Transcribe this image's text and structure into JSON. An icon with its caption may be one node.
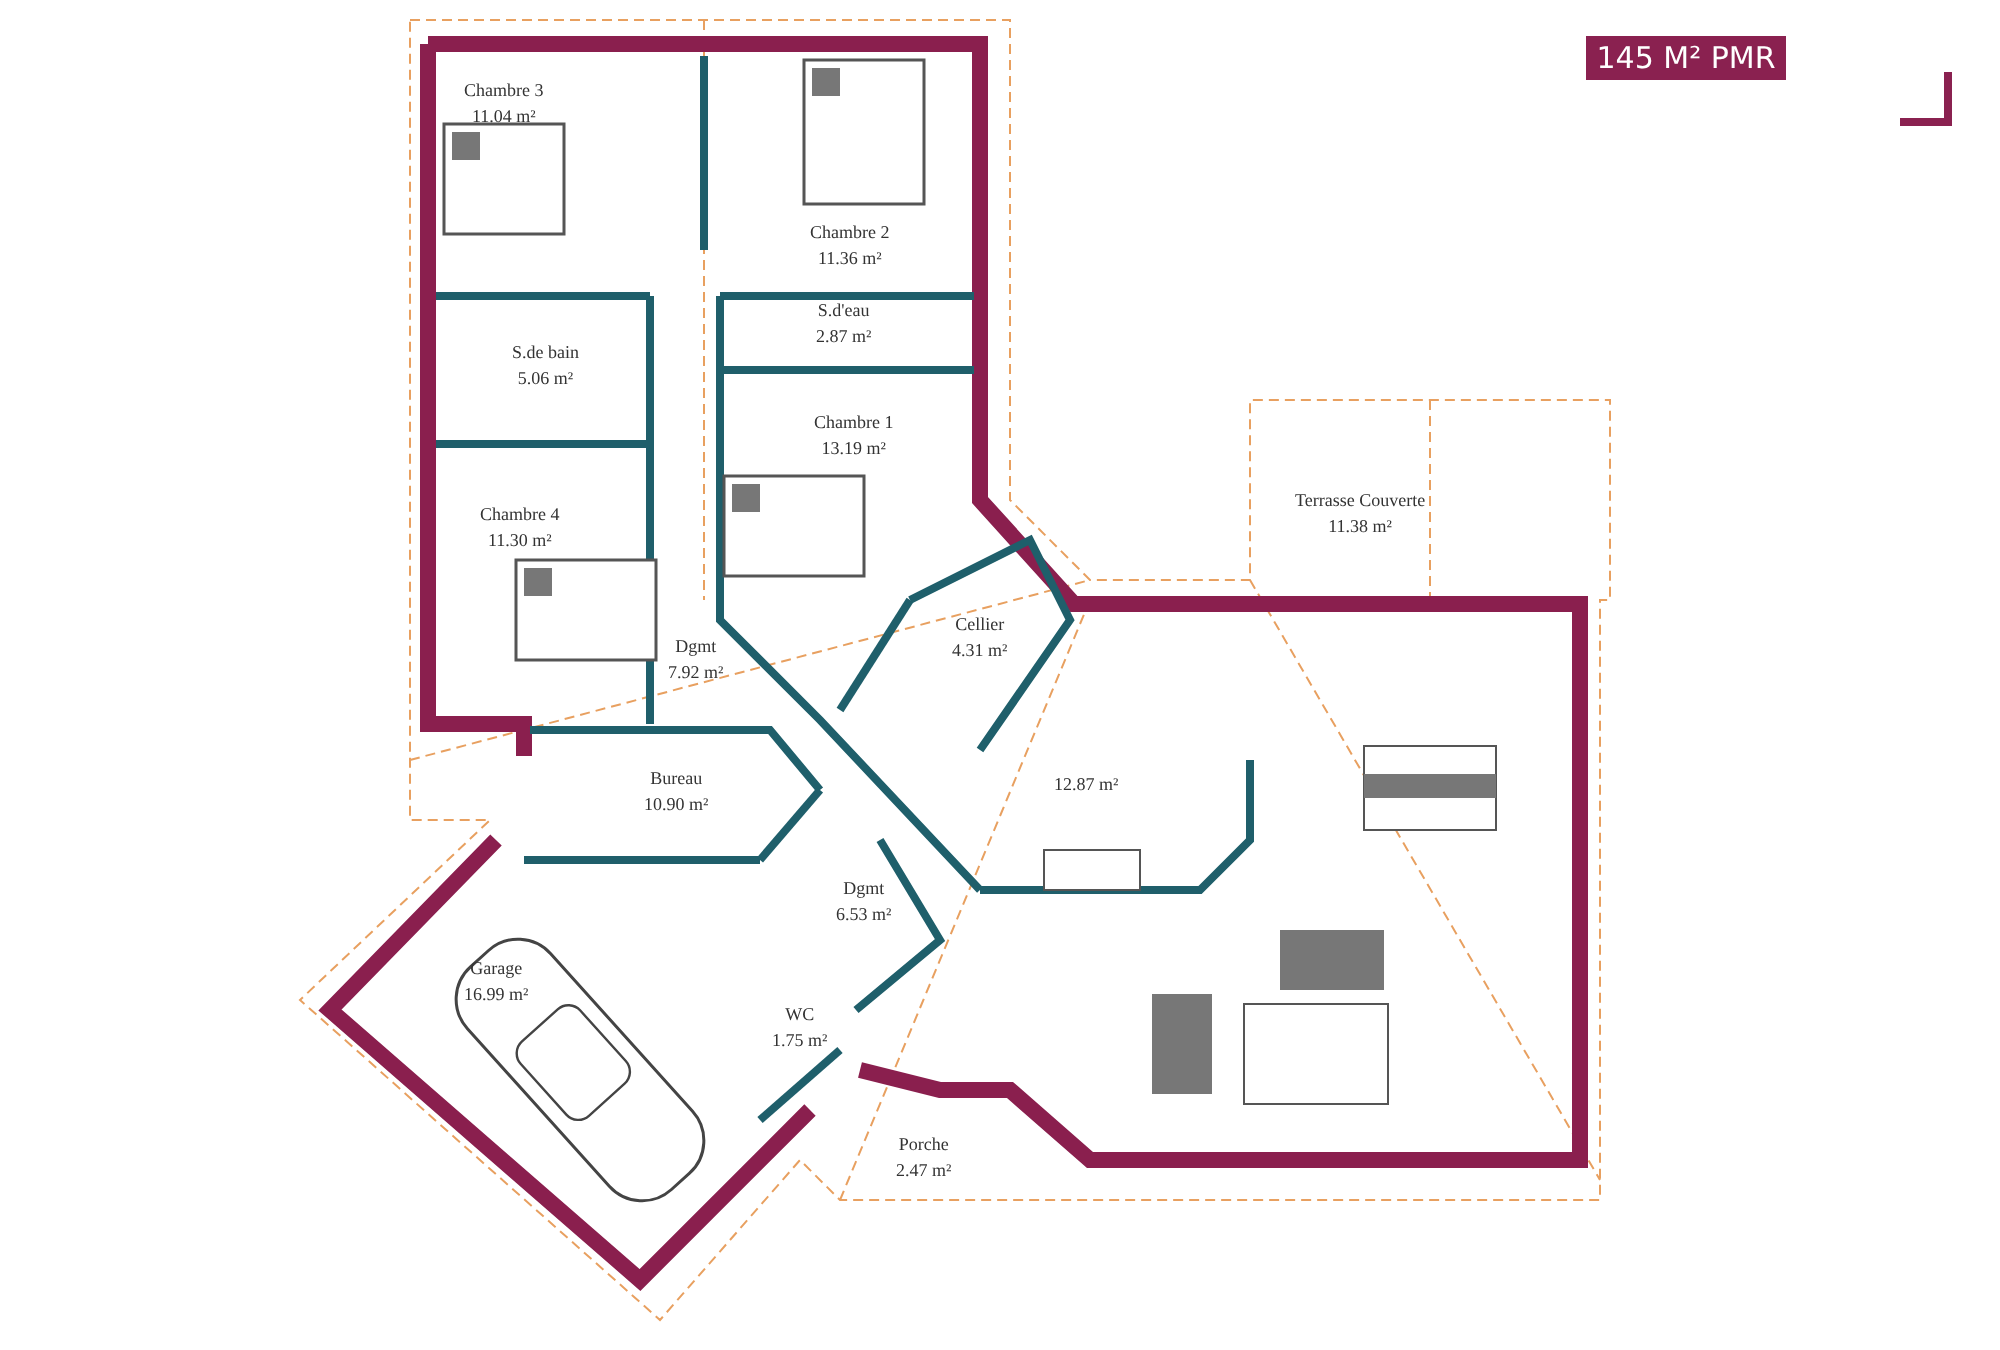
{
  "diagram": {
    "nodes": [
      {
        "text": [
          "Chambre 3",
          "11.04 m²"
        ]
      },
      {
        "text": [
          "Chambre 2",
          "11.36 m²"
        ]
      },
      {
        "text": [
          "S.de bain",
          "5.06 m²"
        ]
      },
      {
        "text": [
          "S.d'eau",
          "2.87 m²"
        ]
      },
      {
        "text": [
          "Chambre 1",
          "13.19 m²"
        ]
      },
      {
        "text": [
          "Terrasse Couverte",
          "11.38 m²"
        ]
      },
      {
        "text": [
          "Chambre 4",
          "11.30 m²"
        ]
      },
      {
        "text": [
          "Cellier",
          "4.31 m²"
        ]
      },
      {
        "text": [
          "Dgmt",
          "7.92 m²"
        ]
      },
      {
        "text": [
          "Bureau",
          "10.90 m²"
        ]
      },
      {
        "text": [
          "12.87 m²"
        ]
      },
      {
        "text": [
          "Dgmt",
          "6.53 m²"
        ]
      },
      {
        "text": [
          "Garage",
          "16.99 m²"
        ]
      },
      {
        "text": [
          "WC",
          "1.75 m²"
        ]
      },
      {
        "text": [
          "Porche",
          "2.47 m²"
        ]
      }
    ],
    "labels": [
      "145 M² PMR"
    ]
  }
}
